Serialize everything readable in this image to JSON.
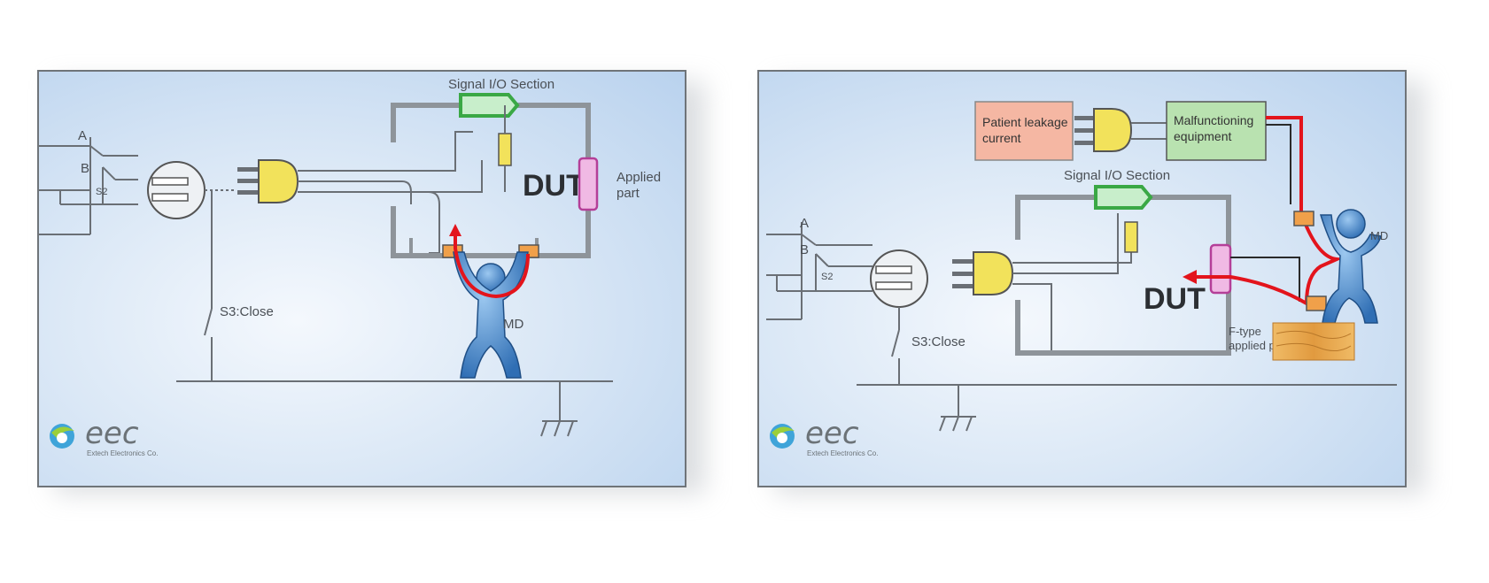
{
  "left_panel": {
    "switch_a": "A",
    "switch_b": "B",
    "switch_s2": "S2",
    "signal_section": "Signal I/O Section",
    "dut": "DUT",
    "applied_part_line1": "Applied",
    "applied_part_line2": "part",
    "switch_s3": "S3:Close",
    "md": "MD",
    "brand_name": "eec",
    "brand_sub": "Extech Electronics Co."
  },
  "right_panel": {
    "patient_leakage_line1": "Patient leakage",
    "patient_leakage_line2": "current",
    "malfunction_line1": "Malfunctioning",
    "malfunction_line2": "equipment",
    "switch_a": "A",
    "switch_b": "B",
    "switch_s2": "S2",
    "signal_section": "Signal I/O Section",
    "dut": "DUT",
    "md": "MD",
    "ftype_line1": "F-type",
    "ftype_line2": "applied part",
    "switch_s3": "S3:Close",
    "brand_name": "eec",
    "brand_sub": "Extech Electronics Co."
  },
  "colors": {
    "wire": "#6a6f75",
    "leakage_path": "#e3141c",
    "dut_frame": "#8e949a",
    "signal_block": "#3aa845",
    "applied_part": "#d55fb5",
    "plug": "#f2e25b",
    "person": "#3f7fc2",
    "patient_box": "#f5b7a3",
    "malfunction_box": "#b9e2b0",
    "wood": "#e3a34a"
  }
}
